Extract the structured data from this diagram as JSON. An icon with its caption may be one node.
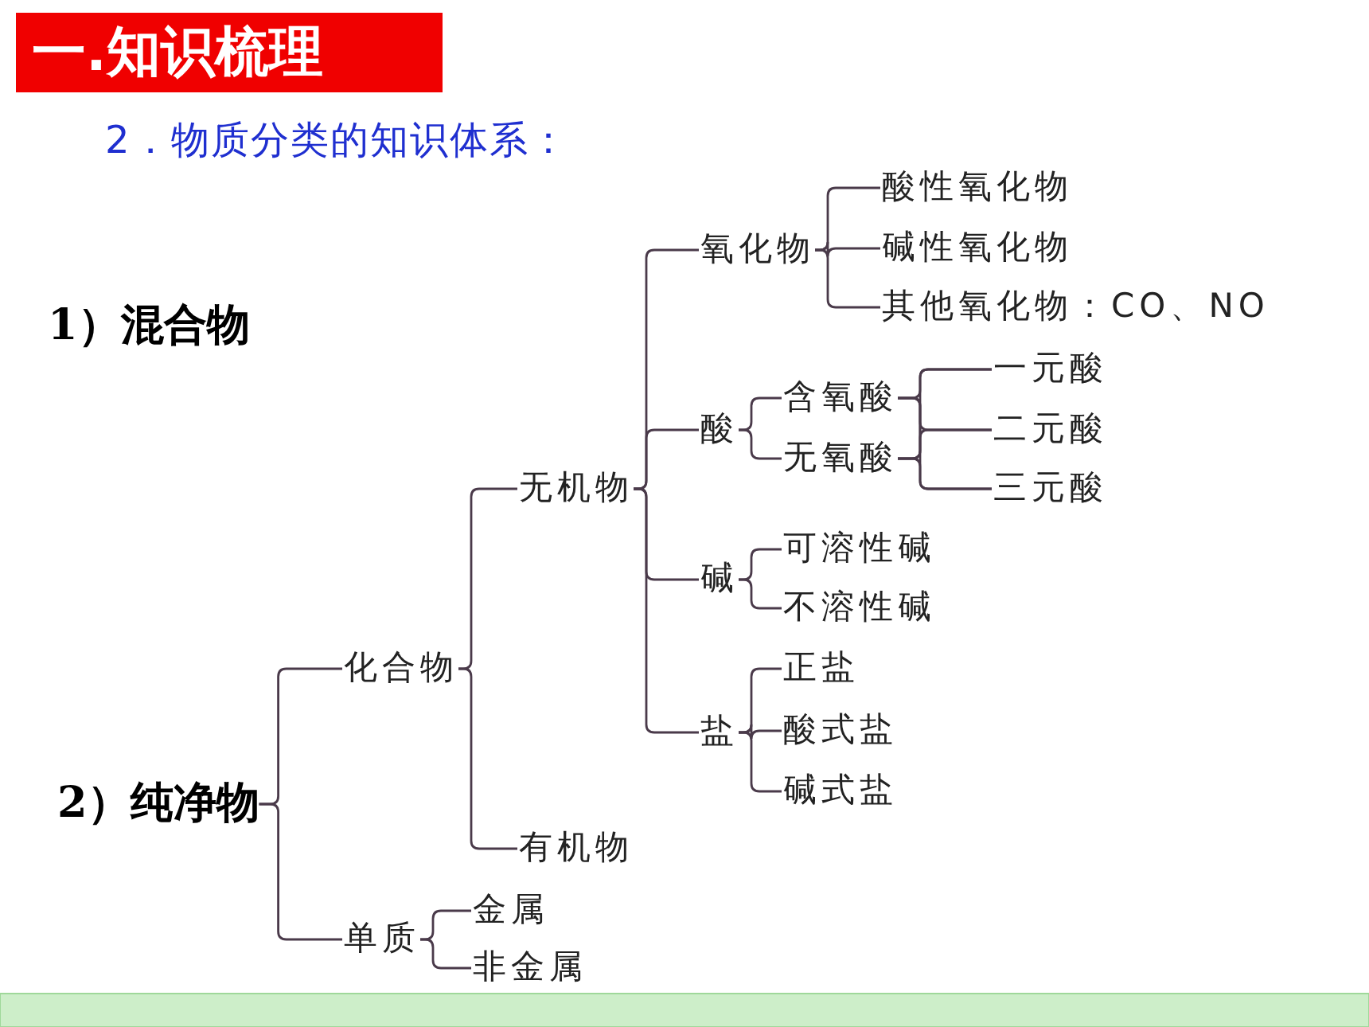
{
  "diagram": {
    "title": "一.知识梳理",
    "nodes": [
      {
        "text": [
          "2）纯净物"
        ]
      },
      {
        "text": [
          "化合物"
        ]
      },
      {
        "text": [
          "单质"
        ]
      },
      {
        "text": [
          "无机物"
        ]
      },
      {
        "text": [
          "有机物"
        ]
      },
      {
        "text": [
          "金属"
        ]
      },
      {
        "text": [
          "非金属"
        ]
      },
      {
        "text": [
          "氧化物"
        ]
      },
      {
        "text": [
          "酸"
        ]
      },
      {
        "text": [
          "碱"
        ]
      },
      {
        "text": [
          "盐"
        ]
      },
      {
        "text": [
          "酸性氧化物"
        ]
      },
      {
        "text": [
          "碱性氧化物"
        ]
      },
      {
        "text": [
          "其他氧化物：CO、NO"
        ]
      },
      {
        "text": [
          "含氧酸"
        ]
      },
      {
        "text": [
          "无氧酸"
        ]
      },
      {
        "text": [
          "一元酸"
        ]
      },
      {
        "text": [
          "二元酸"
        ]
      },
      {
        "text": [
          "三元酸"
        ]
      },
      {
        "text": [
          "可溶性碱"
        ]
      },
      {
        "text": [
          "不溶性碱"
        ]
      },
      {
        "text": [
          "正盐"
        ]
      },
      {
        "text": [
          "酸式盐"
        ]
      },
      {
        "text": [
          "碱式盐"
        ]
      }
    ],
    "edges": [
      {
        "from": 0,
        "to": 1,
        "arrow": "none"
      },
      {
        "from": 0,
        "to": 2,
        "arrow": "none"
      },
      {
        "from": 1,
        "to": 3,
        "arrow": "none"
      },
      {
        "from": 1,
        "to": 4,
        "arrow": "none"
      },
      {
        "from": 2,
        "to": 5,
        "arrow": "none"
      },
      {
        "from": 2,
        "to": 6,
        "arrow": "none"
      },
      {
        "from": 3,
        "to": 7,
        "arrow": "none"
      },
      {
        "from": 3,
        "to": 8,
        "arrow": "none"
      },
      {
        "from": 3,
        "to": 9,
        "arrow": "none"
      },
      {
        "from": 3,
        "to": 10,
        "arrow": "none"
      },
      {
        "from": 7,
        "to": 11,
        "arrow": "none"
      },
      {
        "from": 7,
        "to": 12,
        "arrow": "none"
      },
      {
        "from": 7,
        "to": 13,
        "arrow": "none"
      },
      {
        "from": 8,
        "to": 14,
        "arrow": "none"
      },
      {
        "from": 8,
        "to": 15,
        "arrow": "none"
      },
      {
        "from": 14,
        "to": 16,
        "arrow": "none"
      },
      {
        "from": 14,
        "to": 17,
        "arrow": "none"
      },
      {
        "from": 14,
        "to": 18,
        "arrow": "none"
      },
      {
        "from": 15,
        "to": 16,
        "arrow": "none"
      },
      {
        "from": 15,
        "to": 17,
        "arrow": "none"
      },
      {
        "from": 15,
        "to": 18,
        "arrow": "none"
      },
      {
        "from": 9,
        "to": 19,
        "arrow": "none"
      },
      {
        "from": 9,
        "to": 20,
        "arrow": "none"
      },
      {
        "from": 10,
        "to": 21,
        "arrow": "none"
      },
      {
        "from": 10,
        "to": 22,
        "arrow": "none"
      },
      {
        "from": 10,
        "to": 23,
        "arrow": "none"
      }
    ],
    "labels": [
      "2．物质分类的知识体系：",
      "1）混合物"
    ]
  }
}
